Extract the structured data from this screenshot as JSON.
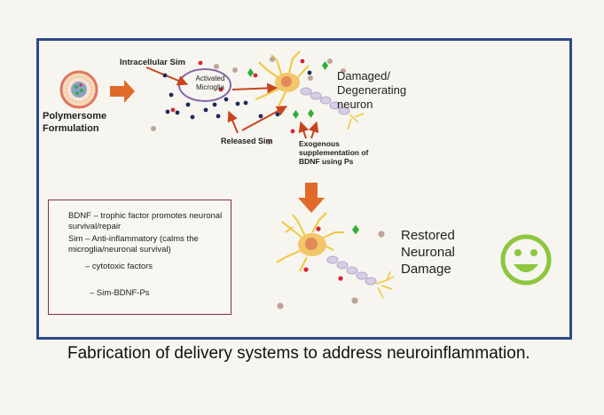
{
  "caption": "Fabrication of delivery systems to address neuroinflammation.",
  "diagram": {
    "polymersome_label": "Polymersome Formulation",
    "intracellular_sim": "Intracellular Sim",
    "activated_microglia": "Activated Microglia",
    "damaged_neuron": "Damaged/ Degenerating neuron",
    "released_sim": "Released Sim",
    "exogenous": "Exogenous supplementation of BDNF using Ps",
    "restored": "Restored Neuronal Damage"
  },
  "legend": {
    "bdnf": "BDNF – trophic factor promotes neuronal survival/repair",
    "sim": "Sim – Anti-inflammatory (calms the microglia/neuronal survival)",
    "cytotoxic": "– cytotoxic factors",
    "sim_bdnf_ps": "– Sim-BDNF-Ps"
  },
  "colors": {
    "frame": "#2e4a88",
    "legend_border": "#8a2d4c",
    "arrow_orange": "#e06a2a",
    "arrow_red": "#c8441e",
    "bdnf_green": "#2fae3a",
    "sim_red": "#d8233a",
    "cytotoxic_navy": "#1c2a5c",
    "particle_tan": "#bfa39a",
    "smiley_green": "#8dc63f"
  },
  "icons": [
    "polymersome-icon",
    "neuron-icon",
    "smiley-icon"
  ]
}
